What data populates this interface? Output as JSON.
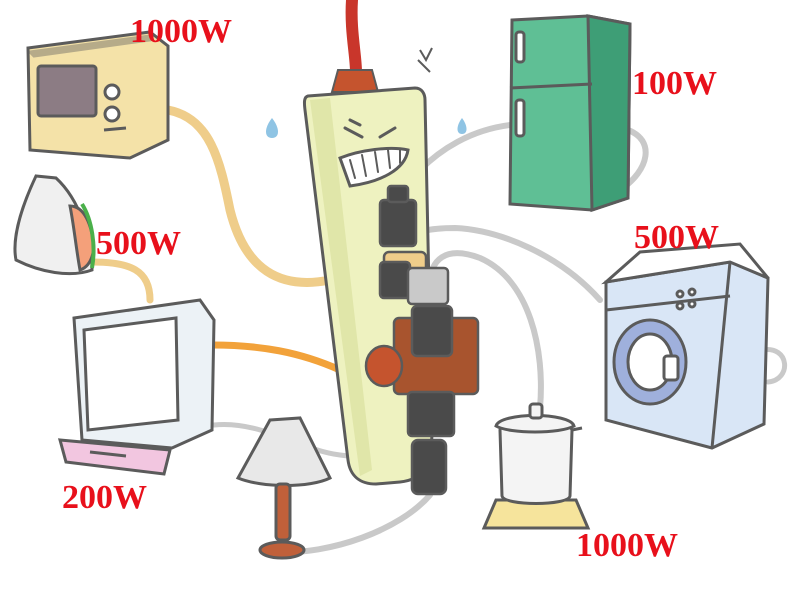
{
  "colors": {
    "label": "#e8101b",
    "outline": "#5b5b5b",
    "strip": "#eef2c0",
    "strip_dark": "#d7dd9a",
    "fridge": "#5fbf95",
    "fridge_dark": "#3e9e76",
    "microwave": "#f4e2a8",
    "microwave_window": "#8c7c84",
    "washer": "#d9e6f6",
    "washer_door": "#9fb0dc",
    "tv": "#ecf2f6",
    "tv_screen": "#ffffff",
    "tv_stand": "#f2c6e0",
    "iron": "#f0f0f0",
    "iron_handle": "#f4a07a",
    "cooker": "#f4f4f4",
    "cooker_base": "#f6e49c",
    "lamp": "#e8e8e8",
    "lamp_stand": "#c0603a",
    "cord_main": "#c9362b",
    "cord_tan": "#efcd8a",
    "cord_orange": "#f2a23a",
    "cord_gray": "#c9c9c9",
    "plug_dark": "#4a4a4a",
    "plug_red": "#c5542e",
    "plug_brown": "#a8542e",
    "drop": "#8fc4e4"
  },
  "appliances": {
    "microwave": {
      "power": "1000W",
      "icon": "microwave-icon"
    },
    "fridge": {
      "power": "100W",
      "icon": "refrigerator-icon"
    },
    "iron": {
      "power": "500W",
      "icon": "iron-icon"
    },
    "washer": {
      "power": "500W",
      "icon": "washing-machine-icon"
    },
    "tv": {
      "power": "200W",
      "icon": "television-icon"
    },
    "cooker": {
      "power": "1000W",
      "icon": "pressure-cooker-icon"
    },
    "lamp": {
      "icon": "lamp-icon"
    },
    "strip": {
      "icon": "overloaded-power-strip-icon"
    }
  }
}
